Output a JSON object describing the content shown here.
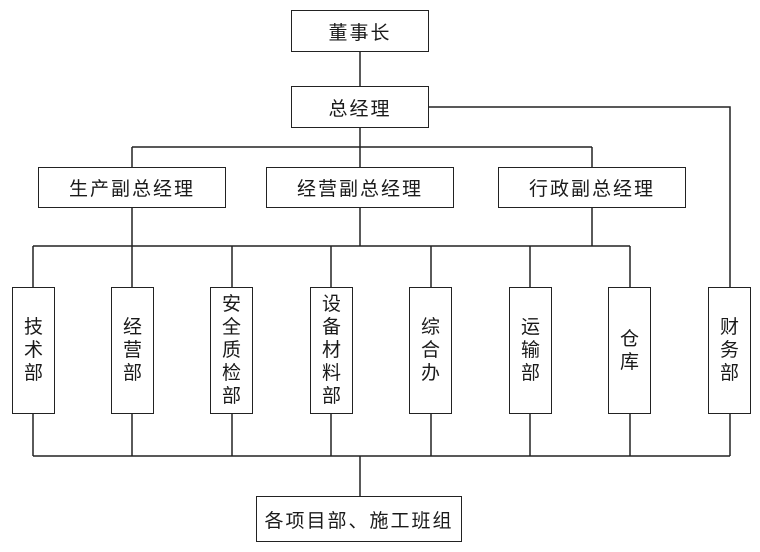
{
  "chairman": "董事长",
  "general_manager": "总经理",
  "vice_managers": [
    "生产副总经理",
    "经营副总经理",
    "行政副总经理"
  ],
  "departments": [
    "技术部",
    "经营部",
    "安全质检部",
    "设备材料部",
    "综合办",
    "运输部",
    "仓库"
  ],
  "finance": "财务部",
  "bottom": "各项目部、施工班组"
}
